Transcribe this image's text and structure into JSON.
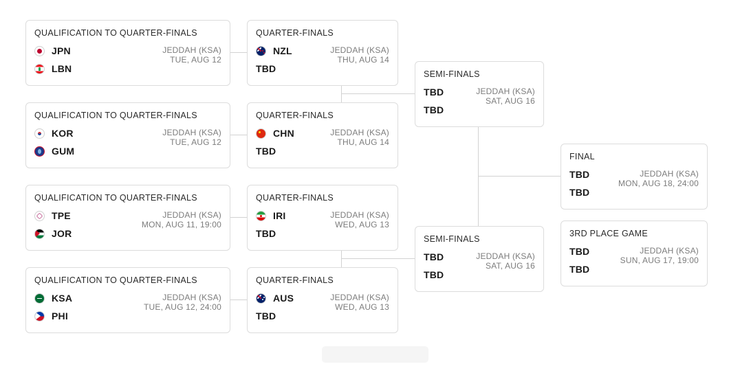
{
  "qualification": [
    {
      "title": "QUALIFICATION TO QUARTER-FINALS",
      "team1": {
        "code": "JPN",
        "flag": "japan-flag-icon"
      },
      "team2": {
        "code": "LBN",
        "flag": "lebanon-flag-icon"
      },
      "venue": "JEDDAH (KSA)",
      "date": "TUE, AUG 12"
    },
    {
      "title": "QUALIFICATION TO QUARTER-FINALS",
      "team1": {
        "code": "KOR",
        "flag": "korea-flag-icon"
      },
      "team2": {
        "code": "GUM",
        "flag": "guam-flag-icon"
      },
      "venue": "JEDDAH (KSA)",
      "date": "TUE, AUG 12"
    },
    {
      "title": "QUALIFICATION TO QUARTER-FINALS",
      "team1": {
        "code": "TPE",
        "flag": "chinese-taipei-flag-icon"
      },
      "team2": {
        "code": "JOR",
        "flag": "jordan-flag-icon"
      },
      "venue": "JEDDAH (KSA)",
      "date": "MON, AUG 11, 19:00"
    },
    {
      "title": "QUALIFICATION TO QUARTER-FINALS",
      "team1": {
        "code": "KSA",
        "flag": "saudi-arabia-flag-icon"
      },
      "team2": {
        "code": "PHI",
        "flag": "philippines-flag-icon"
      },
      "venue": "JEDDAH (KSA)",
      "date": "TUE, AUG 12, 24:00"
    }
  ],
  "quarterfinals": [
    {
      "title": "QUARTER-FINALS",
      "team1": {
        "code": "NZL",
        "flag": "new-zealand-flag-icon"
      },
      "team2": {
        "code": "TBD"
      },
      "venue": "JEDDAH (KSA)",
      "date": "THU, AUG 14"
    },
    {
      "title": "QUARTER-FINALS",
      "team1": {
        "code": "CHN",
        "flag": "china-flag-icon"
      },
      "team2": {
        "code": "TBD"
      },
      "venue": "JEDDAH (KSA)",
      "date": "THU, AUG 14"
    },
    {
      "title": "QUARTER-FINALS",
      "team1": {
        "code": "IRI",
        "flag": "iran-flag-icon"
      },
      "team2": {
        "code": "TBD"
      },
      "venue": "JEDDAH (KSA)",
      "date": "WED, AUG 13"
    },
    {
      "title": "QUARTER-FINALS",
      "team1": {
        "code": "AUS",
        "flag": "australia-flag-icon"
      },
      "team2": {
        "code": "TBD"
      },
      "venue": "JEDDAH (KSA)",
      "date": "WED, AUG 13"
    }
  ],
  "semifinals": [
    {
      "title": "SEMI-FINALS",
      "team1": {
        "code": "TBD"
      },
      "team2": {
        "code": "TBD"
      },
      "venue": "JEDDAH (KSA)",
      "date": "SAT, AUG 16"
    },
    {
      "title": "SEMI-FINALS",
      "team1": {
        "code": "TBD"
      },
      "team2": {
        "code": "TBD"
      },
      "venue": "JEDDAH (KSA)",
      "date": "SAT, AUG 16"
    }
  ],
  "final": {
    "title": "FINAL",
    "team1": {
      "code": "TBD"
    },
    "team2": {
      "code": "TBD"
    },
    "venue": "JEDDAH (KSA)",
    "date": "MON, AUG 18, 24:00"
  },
  "third_place": {
    "title": "3RD PLACE GAME",
    "team1": {
      "code": "TBD"
    },
    "team2": {
      "code": "TBD"
    },
    "venue": "JEDDAH (KSA)",
    "date": "SUN, AUG 17, 19:00"
  },
  "colors": {
    "card_border": "#dcdcdc",
    "connector": "#d2d2d2",
    "meta_text": "#7c7c7c",
    "team_text": "#1b1b1b"
  }
}
